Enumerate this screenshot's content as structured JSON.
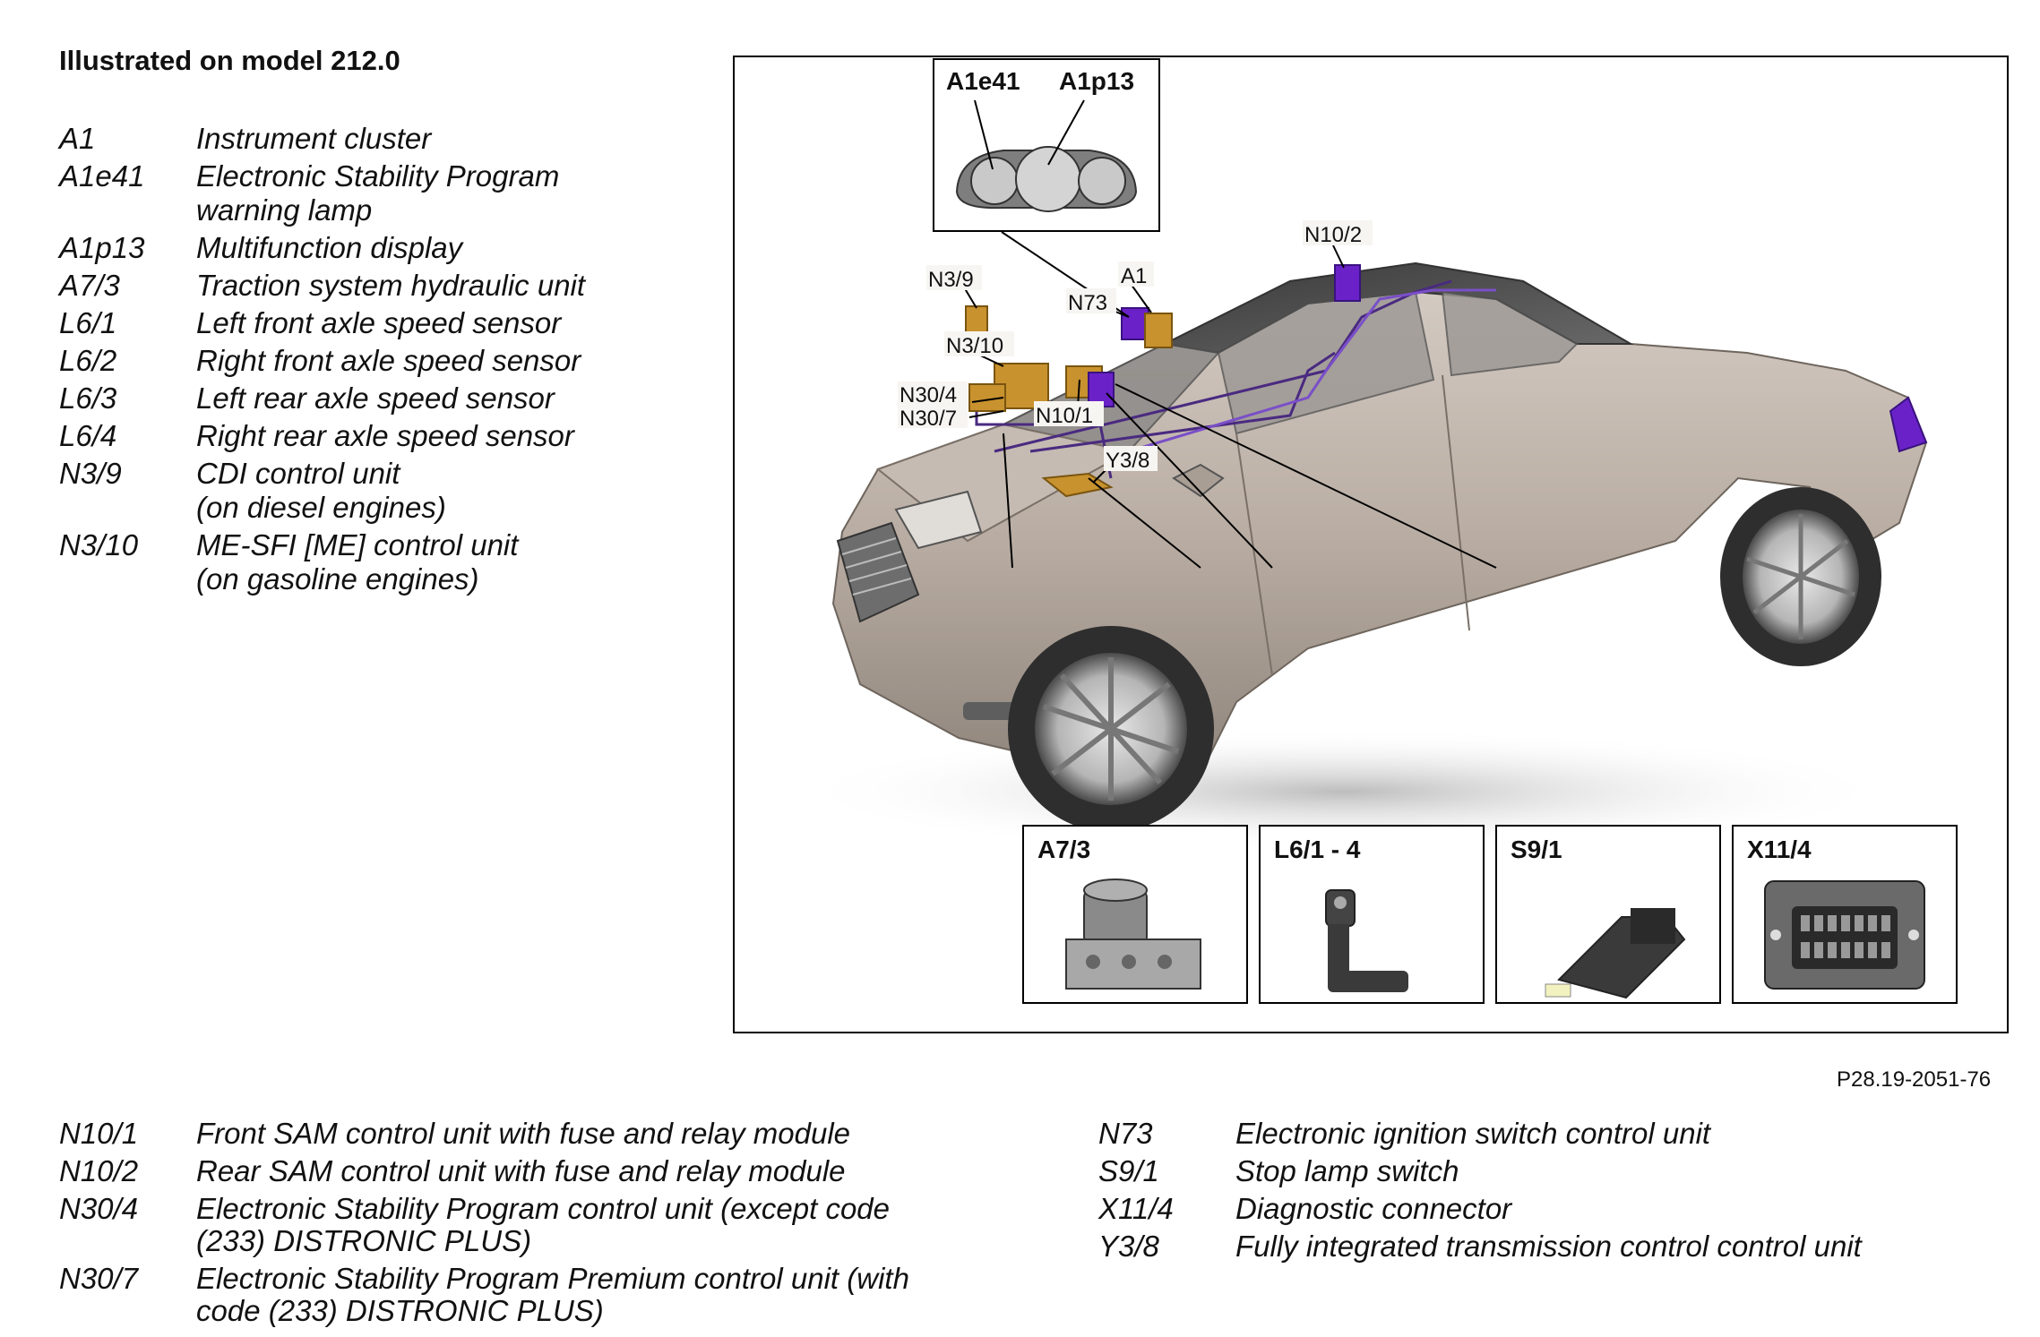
{
  "heading": "Illustrated on model 212.0",
  "legend_top": [
    {
      "code": "A1",
      "lines": [
        "Instrument cluster"
      ]
    },
    {
      "code": "A1e41",
      "lines": [
        "Electronic Stability Program",
        "warning lamp"
      ]
    },
    {
      "code": "A1p13",
      "lines": [
        "Multifunction display"
      ]
    },
    {
      "code": "A7/3",
      "lines": [
        "Traction system hydraulic unit"
      ]
    },
    {
      "code": "L6/1",
      "lines": [
        "Left front axle speed sensor"
      ]
    },
    {
      "code": "L6/2",
      "lines": [
        "Right front axle speed sensor"
      ]
    },
    {
      "code": "L6/3",
      "lines": [
        "Left rear axle speed sensor"
      ]
    },
    {
      "code": "L6/4",
      "lines": [
        "Right rear axle speed sensor"
      ]
    },
    {
      "code": "N3/9",
      "lines": [
        "CDI control unit",
        "(on diesel engines)"
      ]
    },
    {
      "code": "N3/10",
      "lines": [
        "ME-SFI [ME] control unit",
        "(on gasoline engines)"
      ]
    }
  ],
  "legend_bottom_left": [
    {
      "code": "N10/1",
      "lines": [
        "Front SAM control unit with fuse and relay module"
      ]
    },
    {
      "code": "N10/2",
      "lines": [
        "Rear SAM control unit with fuse and relay module"
      ]
    },
    {
      "code": "N30/4",
      "lines": [
        "Electronic Stability Program control unit (except code",
        "(233) DISTRONIC PLUS)"
      ]
    },
    {
      "code": "N30/7",
      "lines": [
        "Electronic Stability Program Premium control unit (with",
        "code (233) DISTRONIC PLUS)"
      ]
    }
  ],
  "legend_bottom_right": [
    {
      "code": "N73",
      "lines": [
        "Electronic ignition switch control unit"
      ]
    },
    {
      "code": "S9/1",
      "lines": [
        "Stop lamp switch"
      ]
    },
    {
      "code": "X11/4",
      "lines": [
        "Diagnostic connector"
      ]
    },
    {
      "code": "Y3/8",
      "lines": [
        "Fully integrated transmission control control unit"
      ]
    }
  ],
  "diagram": {
    "inset_labels": {
      "a1e41": "A1e41",
      "a1p13": "A1p13"
    },
    "callouts": {
      "n3_9": "N3/9",
      "n3_10": "N3/10",
      "n30_4": "N30/4",
      "n30_7": "N30/7",
      "n73": "N73",
      "a1": "A1",
      "n10_1": "N10/1",
      "n10_2": "N10/2",
      "y3_8": "Y3/8"
    },
    "component_boxes": {
      "a7_3": "A7/3",
      "l6": "L6/1 - 4",
      "s9_1": "S9/1",
      "x11_4": "X11/4"
    },
    "colors": {
      "control_unit": "#c8922e",
      "highlight": "#6a22c8",
      "car_body": "#bdb2a8"
    }
  },
  "figure_id": "P28.19-2051-76"
}
